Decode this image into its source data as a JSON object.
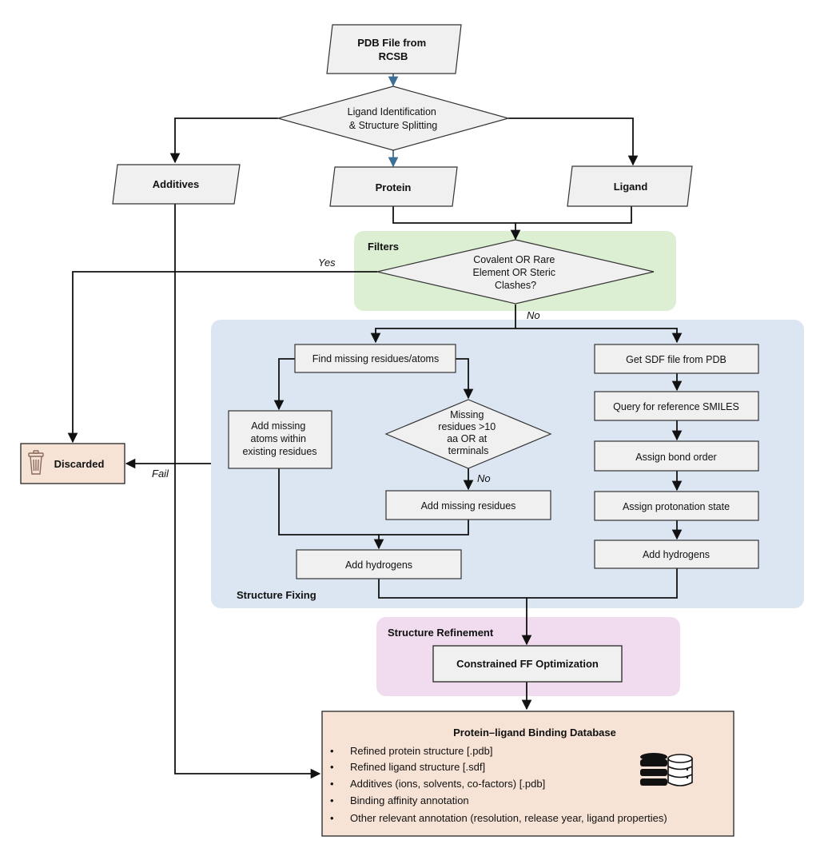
{
  "nodes": {
    "pdb_file": [
      "PDB File from",
      "RCSB"
    ],
    "ligand_identification": [
      "Ligand Identification",
      "& Structure Splitting"
    ],
    "additives": "Additives",
    "protein": "Protein",
    "ligand": "Ligand",
    "filter_check": [
      "Covalent OR Rare",
      "Element OR Steric",
      "Clashes?"
    ],
    "find_missing": "Find missing residues/atoms",
    "add_missing_atoms": [
      "Add missing",
      "atoms within",
      "existing residues"
    ],
    "missing_residues_check": [
      "Missing",
      "residues >10",
      "aa OR at",
      "terminals"
    ],
    "add_missing_residues": "Add missing residues",
    "add_hydrogens_protein": "Add hydrogens",
    "get_sdf": "Get SDF file from PDB",
    "query_smiles": "Query for reference SMILES",
    "assign_bond_order": "Assign bond order",
    "assign_protonation": "Assign protonation state",
    "add_hydrogens_ligand": "Add hydrogens",
    "constrained_ff": "Constrained FF Optimization",
    "discarded": "Discarded"
  },
  "regions": {
    "filters": "Filters",
    "structure_fixing": "Structure Fixing",
    "structure_refinement": "Structure Refinement"
  },
  "edge_labels": {
    "yes": "Yes",
    "no_filter": "No",
    "no_missing": "No",
    "fail": "Fail"
  },
  "database": {
    "title": "Protein–ligand Binding Database",
    "bullet": "•",
    "items": [
      "Refined protein structure [.pdb]",
      "Refined ligand structure [.sdf]",
      "Additives (ions, solvents, co-factors) [.pdb]",
      "Binding affinity annotation",
      "Other relevant annotation (resolution, release year, ligand properties)"
    ]
  },
  "icons": {
    "trash": "trash-icon",
    "database": "database-icon"
  },
  "colors": {
    "filters_bg": "#dcefd2",
    "filters_label": "#3d6b2a",
    "fixing_bg": "#dce6f3",
    "fixing_label": "#3a6db0",
    "refinement_bg": "#f1dcef",
    "refinement_label": "#7a3d97",
    "discard_bg": "#f6e3d6",
    "node_bg": "#f0f0f0",
    "blue_arrow": "#3b6f96"
  }
}
